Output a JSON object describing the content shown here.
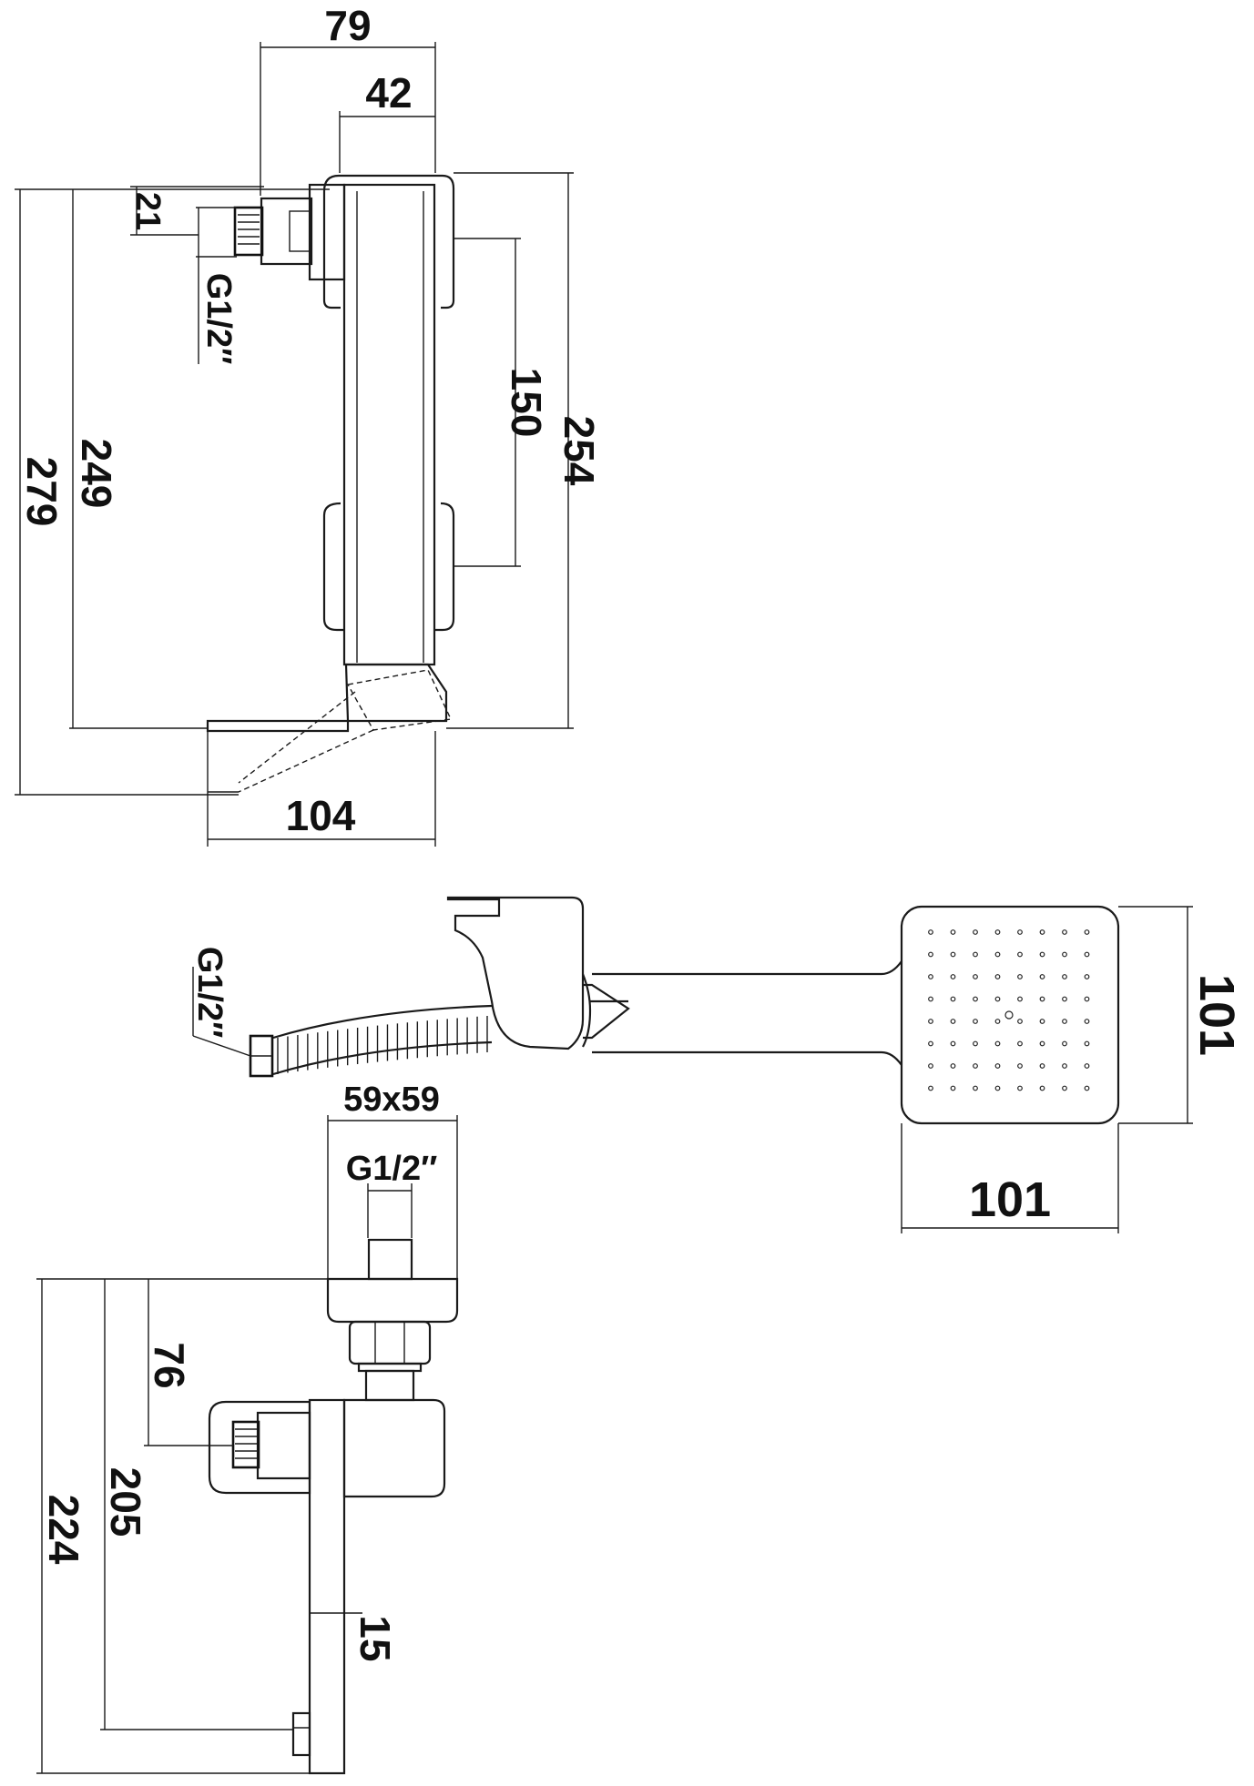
{
  "side_view": {
    "dim_top_outer": "79",
    "dim_top_inner": "42",
    "dim_inlet": "21",
    "thread_inlet": "G1/2″",
    "dim_total_height": "279",
    "dim_body_height": "249",
    "dim_bracket_spacing": "150",
    "dim_right_height": "254",
    "dim_base_width": "104"
  },
  "hand_shower": {
    "thread": "G1/2″",
    "dim_height": "101",
    "dim_width": "101"
  },
  "front_view": {
    "dim_flange": "59x59",
    "thread": "G1/2″",
    "dim_inlet_offset": "76",
    "dim_body": "205",
    "dim_total": "224",
    "dim_wall_offset": "15"
  },
  "colors": {
    "line": "#1a1a1a",
    "background": "#ffffff"
  }
}
